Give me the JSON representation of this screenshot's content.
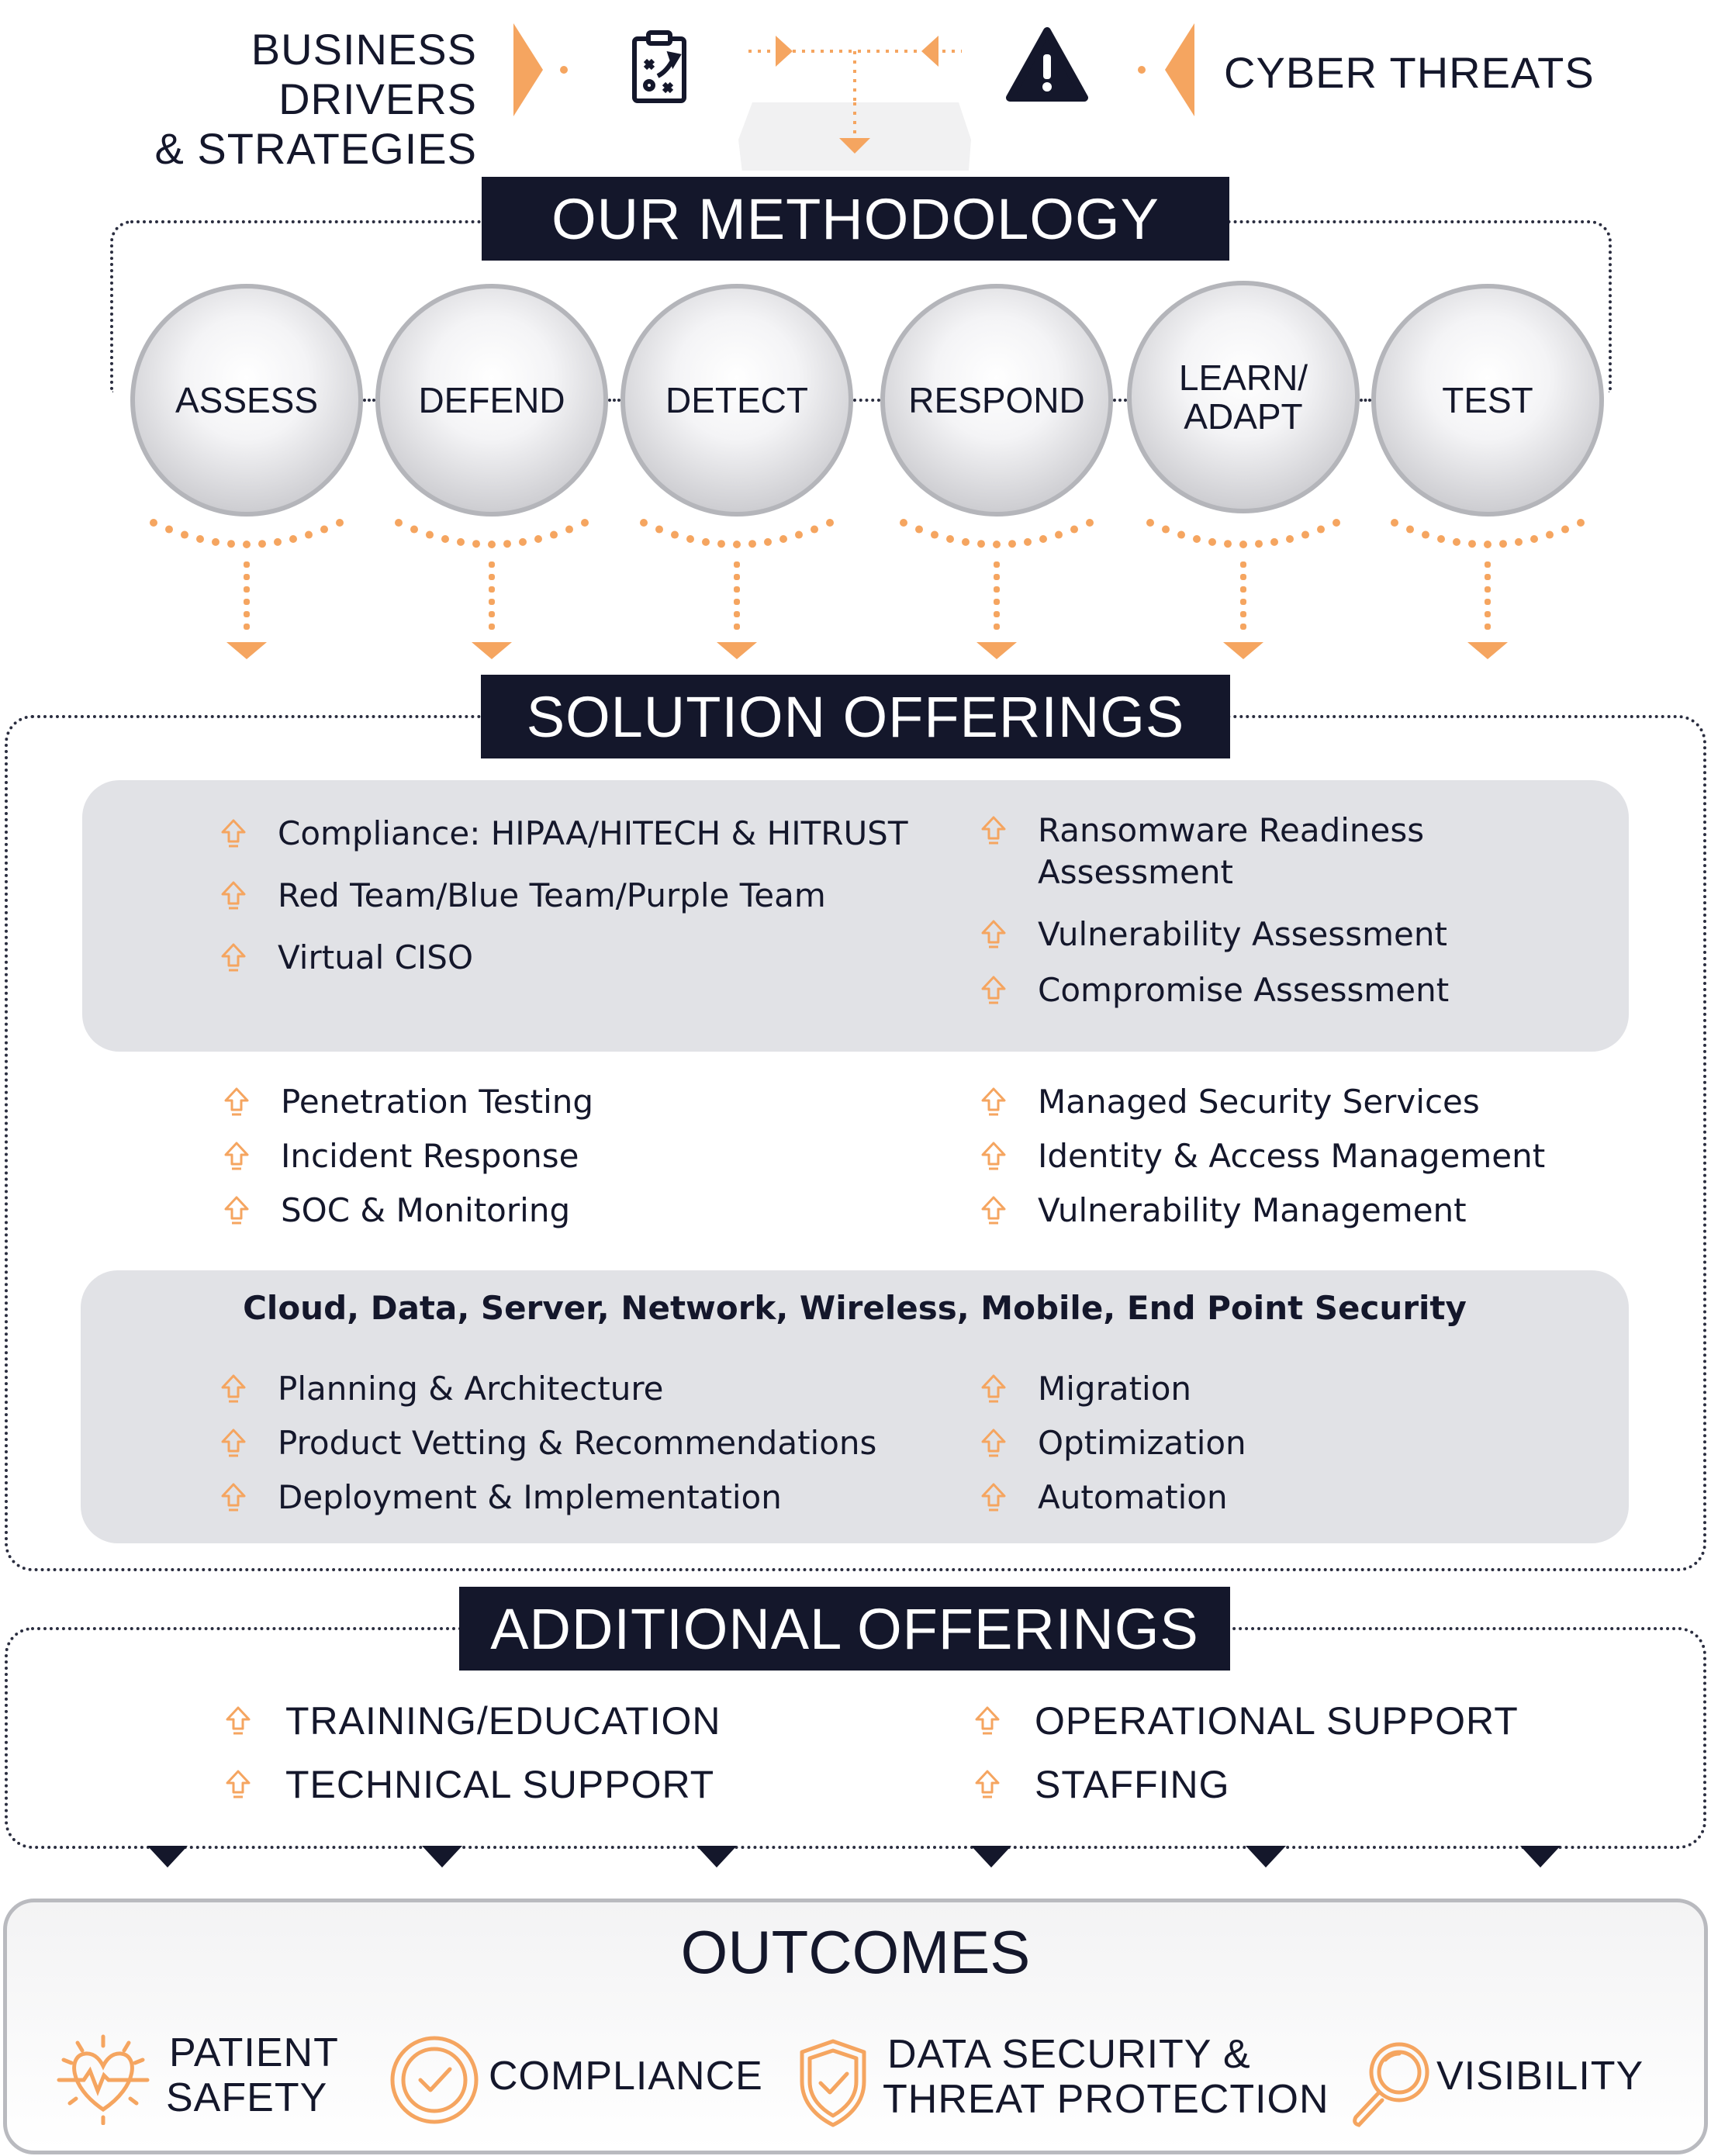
{
  "header": {
    "business_line1": "BUSINESS DRIVERS",
    "business_line2": "& STRATEGIES",
    "cyber_threats": "CYBER THREATS",
    "orange": "#f5a560",
    "navy": "#14172b"
  },
  "methodology": {
    "title": "OUR METHODOLOGY",
    "steps": [
      {
        "line1": "ASSESS",
        "line2": ""
      },
      {
        "line1": "DEFEND",
        "line2": ""
      },
      {
        "line1": "DETECT",
        "line2": ""
      },
      {
        "line1": "RESPOND",
        "line2": ""
      },
      {
        "line1": "LEARN/",
        "line2": "ADAPT"
      },
      {
        "line1": "TEST",
        "line2": ""
      }
    ]
  },
  "solutions": {
    "title": "SOLUTION OFFERINGS",
    "panel1_left": [
      "Compliance: HIPAA/HITECH & HITRUST",
      "Red Team/Blue Team/Purple Team",
      "Virtual CISO"
    ],
    "panel1_right": [
      "Ransomware Readiness\nAssessment",
      "Vulnerability Assessment",
      "Compromise Assessment"
    ],
    "middle_left": [
      "Penetration Testing",
      "Incident Response",
      "SOC & Monitoring"
    ],
    "middle_right": [
      "Managed Security Services",
      "Identity & Access Management",
      "Vulnerability Management"
    ],
    "panel2_heading": "Cloud, Data, Server, Network, Wireless, Mobile, End Point Security",
    "panel2_left": [
      "Planning & Architecture",
      "Product Vetting & Recommendations",
      "Deployment & Implementation"
    ],
    "panel2_right": [
      "Migration",
      "Optimization",
      "Automation"
    ]
  },
  "additional": {
    "title": "ADDITIONAL OFFERINGS",
    "left": [
      "TRAINING/EDUCATION",
      "TECHNICAL SUPPORT"
    ],
    "right": [
      "OPERATIONAL SUPPORT",
      "STAFFING"
    ]
  },
  "outcomes": {
    "title": "OUTCOMES",
    "items": [
      {
        "icon": "heart-pulse-icon",
        "line1": "PATIENT",
        "line2": "SAFETY"
      },
      {
        "icon": "check-badge-icon",
        "line1": "COMPLIANCE",
        "line2": ""
      },
      {
        "icon": "shield-check-icon",
        "line1": "DATA SECURITY &",
        "line2": "THREAT PROTECTION"
      },
      {
        "icon": "magnifier-icon",
        "line1": "VISIBILITY",
        "line2": ""
      }
    ]
  }
}
